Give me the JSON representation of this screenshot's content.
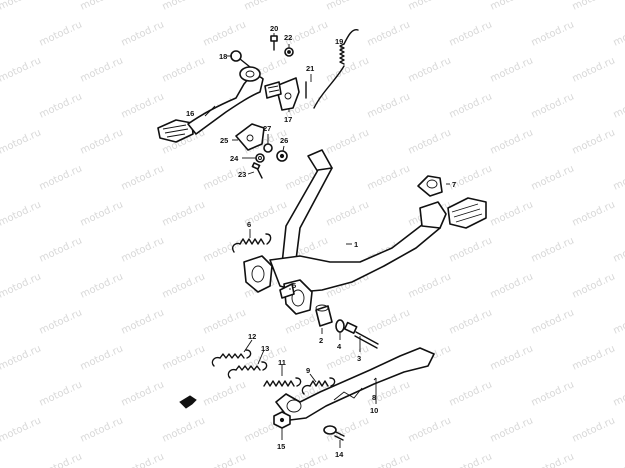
{
  "watermark": {
    "text": "motod.ru"
  },
  "callouts": {
    "c1": "1",
    "c2": "2",
    "c3": "3",
    "c4": "4",
    "c5": "5",
    "c6": "6",
    "c7": "7",
    "c8": "8",
    "c9": "9",
    "c10": "10",
    "c11": "11",
    "c12": "12",
    "c13": "13",
    "c14": "14",
    "c15": "15",
    "c16": "16",
    "c17": "17",
    "c18": "18",
    "c19": "19",
    "c20": "20",
    "c21": "21",
    "c22": "22",
    "c23": "23",
    "c24": "24",
    "c25": "25",
    "c26": "26",
    "c27": "27"
  }
}
